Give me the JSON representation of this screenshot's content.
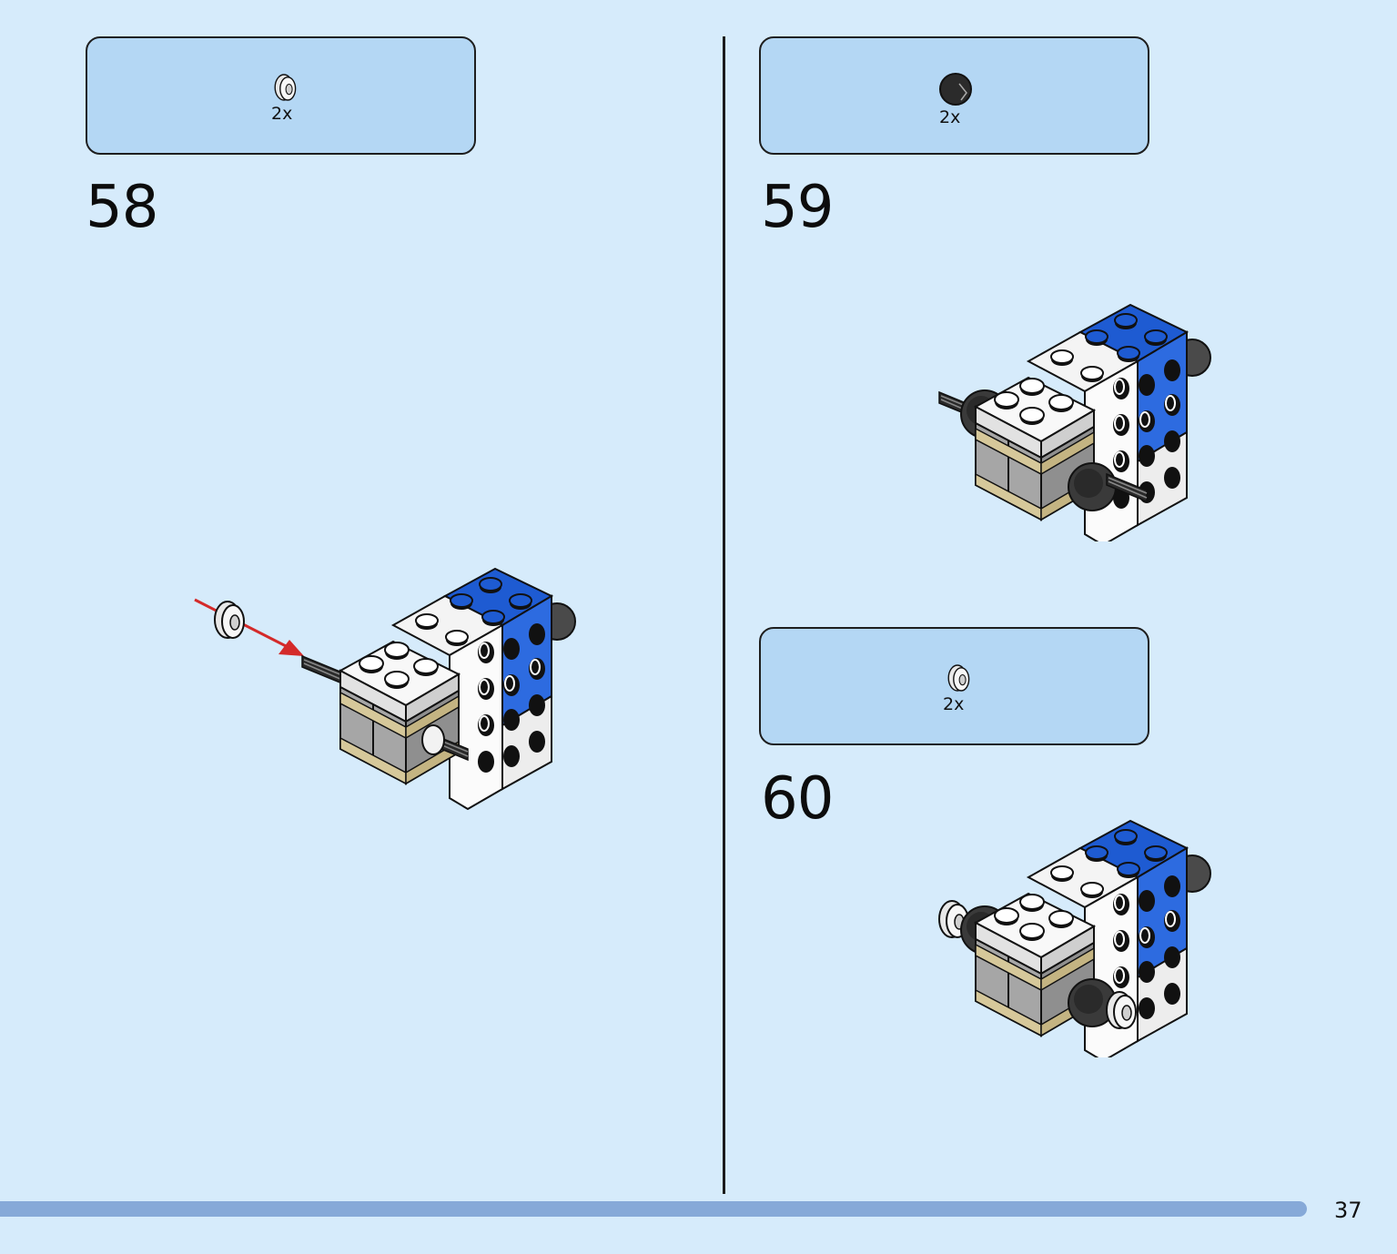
{
  "page": {
    "number": "37"
  },
  "steps": [
    {
      "number": "58",
      "parts": {
        "quantity": "2x",
        "icon": "bush-icon"
      }
    },
    {
      "number": "59",
      "parts": {
        "quantity": "2x",
        "icon": "wheel-icon"
      }
    },
    {
      "number": "60",
      "parts": {
        "quantity": "2x",
        "icon": "bush-icon"
      }
    }
  ],
  "colors": {
    "background": "#d6ebfb",
    "parts_box": "#b4d7f4",
    "brick_blue": "#1e5bd2",
    "brick_white": "#fbfbfb",
    "brick_gray": "#a0a0a0",
    "brick_tan": "#d6c89a",
    "dark": "#1a1a1a",
    "arrow_red": "#d42a2a",
    "progress_bar": "#86a9d8"
  }
}
